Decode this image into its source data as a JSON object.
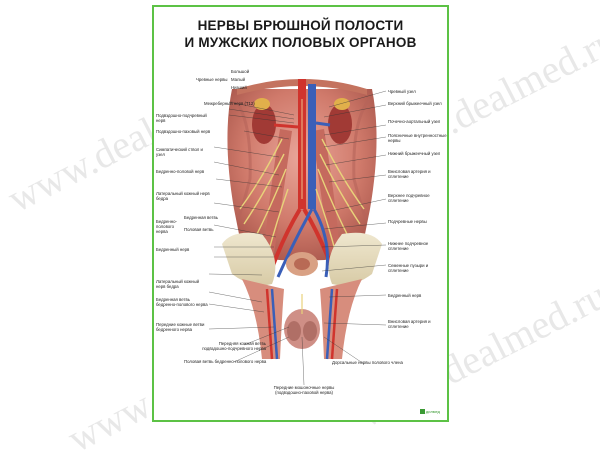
{
  "title": {
    "line1": "НЕРВЫ БРЮШНОЙ ПОЛОСТИ",
    "line2": "И МУЖСКИХ ПОЛОВЫХ ОРГАНОВ"
  },
  "labels_left": [
    "Большой",
    "Чревные нервы",
    "Малый",
    "Низший",
    "Межреберный нерв (Т12)",
    "Подвздошно-подчревный нерв",
    "Подвздошно-паховый нерв",
    "Симпатический ствол и узел",
    "Бедренно-половой нерв",
    "Латеральный кожный нерв бедра",
    "Бедренная ветвь",
    "Бедренно-полового нерва",
    "Половая ветвь",
    "Бедренный нерв",
    "Латеральный кожный нерв бедра",
    "Бедренная ветвь бедренно-полового нерва",
    "Передние кожные ветви бедренного нерва"
  ],
  "labels_right": [
    "Чревный узел",
    "Верхний брыжеечный узел",
    "Почечно-аортальный узел",
    "Поясничные внутренностные нервы",
    "Нижний брыжеечный узел",
    "Внисловая артерия и сплетение",
    "Верхнее подчревное сплетение",
    "Подчревные нервы",
    "Нижнее подчревное сплетение",
    "Семенные пузыри и сплетение",
    "Бедренный нерв",
    "Внисловая артерия и сплетение"
  ],
  "labels_bottom": [
    "Передняя кожная ветвь подвздошно-подчревного нерва",
    "Половая ветвь бедренно-полового нерва",
    "Передние мошоночные нервы (подвздошно-паховой нерва)",
    "Дорсальные нервы полового члена"
  ],
  "watermark": "www.dealmed.ru",
  "brand": "дилмед"
}
